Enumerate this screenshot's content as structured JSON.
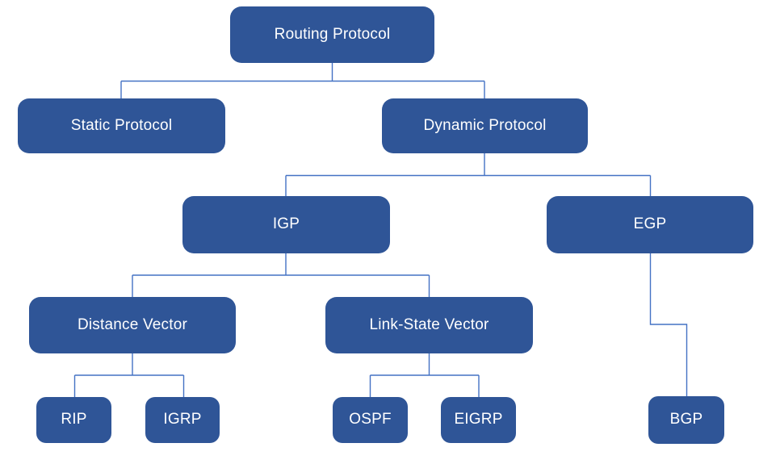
{
  "diagram": {
    "type": "hierarchy-tree",
    "colors": {
      "node_fill": "#2F5597",
      "node_text": "#FFFFFF",
      "connector": "#4472C4",
      "background": "#FFFFFF"
    },
    "nodes": {
      "routing_protocol": {
        "label": "Routing Protocol"
      },
      "static_protocol": {
        "label": "Static Protocol"
      },
      "dynamic_protocol": {
        "label": "Dynamic Protocol"
      },
      "igp": {
        "label": "IGP"
      },
      "egp": {
        "label": "EGP"
      },
      "distance_vector": {
        "label": "Distance Vector"
      },
      "link_state_vector": {
        "label": "Link-State Vector"
      },
      "rip": {
        "label": "RIP"
      },
      "igrp": {
        "label": "IGRP"
      },
      "ospf": {
        "label": "OSPF"
      },
      "eigrp": {
        "label": "EIGRP"
      },
      "bgp": {
        "label": "BGP"
      }
    },
    "edges": [
      {
        "from": "Routing Protocol",
        "to": "Static Protocol"
      },
      {
        "from": "Routing Protocol",
        "to": "Dynamic Protocol"
      },
      {
        "from": "Dynamic Protocol",
        "to": "IGP"
      },
      {
        "from": "Dynamic Protocol",
        "to": "EGP"
      },
      {
        "from": "IGP",
        "to": "Distance Vector"
      },
      {
        "from": "IGP",
        "to": "Link-State Vector"
      },
      {
        "from": "Distance Vector",
        "to": "RIP"
      },
      {
        "from": "Distance Vector",
        "to": "IGRP"
      },
      {
        "from": "Link-State Vector",
        "to": "OSPF"
      },
      {
        "from": "Link-State Vector",
        "to": "EIGRP"
      },
      {
        "from": "EGP",
        "to": "BGP"
      }
    ]
  }
}
